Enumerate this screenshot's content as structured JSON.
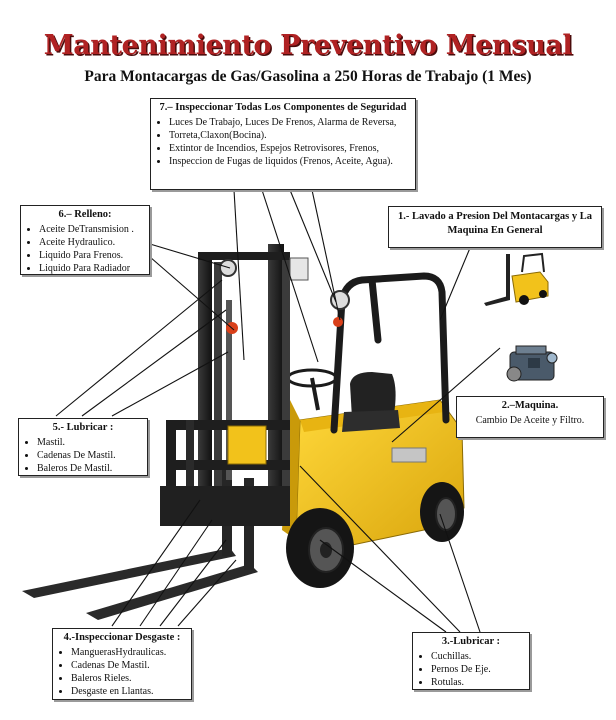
{
  "header": {
    "title": "Mantenimiento Preventivo Mensual",
    "subtitle": "Para Montacargas de Gas/Gasolina a 250 Horas de Trabajo (1 Mes)"
  },
  "box7": {
    "heading": "7.– Inspeccionar Todas Los Componentes  de Seguridad",
    "items": [
      "Luces De Trabajo, Luces De Frenos, Alarma de Reversa,",
      "Torreta,Claxon(Bocina).",
      "Extintor de Incendios, Espejos Retrovisores, Frenos,",
      "Inspeccion de Fugas de liquidos (Frenos, Aceite, Agua)."
    ]
  },
  "box6": {
    "heading": "6.– Relleno:",
    "items": [
      "Aceite DeTransmision .",
      "Aceite Hydraulico.",
      "Liquido Para Frenos.",
      "Liquido Para Radiador"
    ]
  },
  "box1": {
    "heading": "1.-  Lavado a Presion Del  Montacargas y La Maquina En General"
  },
  "box2": {
    "heading": "2.–Maquina.",
    "text": "Cambio De Aceite y Filtro."
  },
  "box5": {
    "heading": "5.-  Lubricar :",
    "items": [
      "Mastil.",
      "Cadenas De Mastil.",
      "Baleros De Mastil."
    ]
  },
  "box4": {
    "heading": "4.-Inspeccionar Desgaste  :",
    "items": [
      "ManguerasHydraulicas.",
      "Cadenas De Mastil.",
      "Baleros Rieles.",
      "Desgaste en Llantas."
    ]
  },
  "box3": {
    "heading": "3.-Lubricar :",
    "items": [
      "Cuchillas.",
      "Pernos De Eje.",
      "Rotulas."
    ]
  },
  "colors": {
    "title_red": "#b02223",
    "forklift_yellow": "#f2c21b",
    "frame_black": "#1b1b1b"
  }
}
